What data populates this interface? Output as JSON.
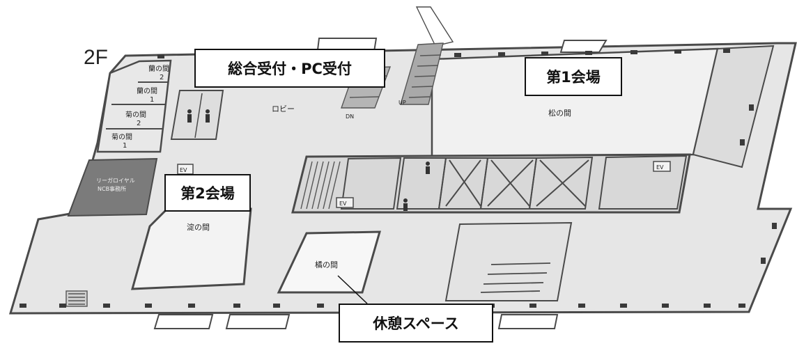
{
  "floor": {
    "label": "2F"
  },
  "callouts": {
    "reception": "総合受付・PC受付",
    "hall1": "第1会場",
    "hall2": "第2会場",
    "rest": "休憩スペース"
  },
  "rooms": {
    "ran2": "蘭の間",
    "ran2_num": "2",
    "ran1": "蘭の間",
    "ran1_num": "1",
    "kiku2": "菊の間",
    "kiku2_num": "2",
    "kiku1": "菊の間",
    "kiku1_num": "1",
    "lobby": "ロビー",
    "matsu": "松の間",
    "yodo": "淀の間",
    "tachibana": "橘の間",
    "office_line1": "リーガロイヤル",
    "office_line2": "NCB事務所"
  },
  "markers": {
    "dn": "DN",
    "up": "UP",
    "ev": "EV"
  },
  "colors": {
    "floor": "#e6e6e6",
    "wall": "#4a4a4a",
    "pillar": "#3a3a3a",
    "room_light": "#f3f3f3",
    "office": "#7b7b7b",
    "stair": "#555555"
  }
}
